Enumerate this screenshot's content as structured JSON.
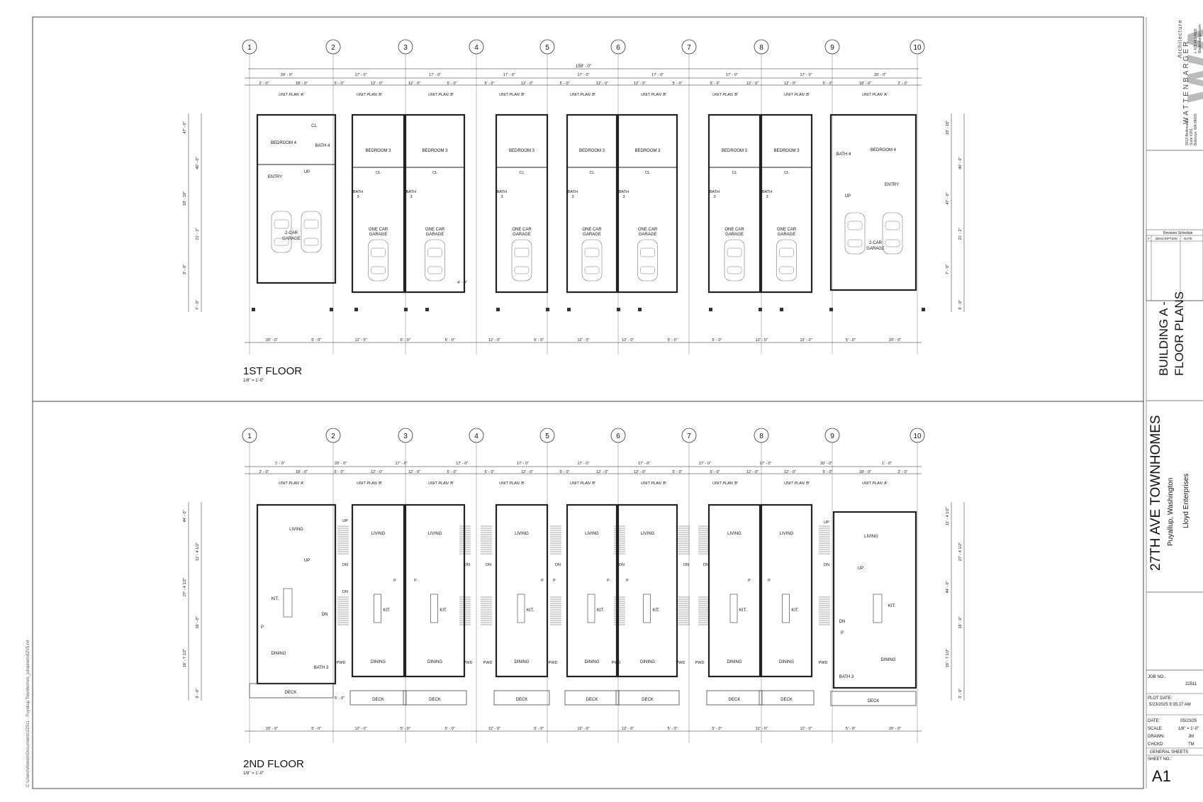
{
  "plans": [
    {
      "title": "1ST FLOOR",
      "scale": "1/8\" = 1'-0\"",
      "grid_labels": [
        "1",
        "2",
        "3",
        "4",
        "5",
        "6",
        "7",
        "8",
        "9",
        "10"
      ],
      "overall_dim": "159' - 0\"",
      "top_dims_row1": [
        "20' - 0\"",
        "17' - 0\"",
        "17' - 0\"",
        "17' - 0\"",
        "17' - 0\"",
        "17' - 0\"",
        "17' - 0\"",
        "17' - 0\"",
        "20' - 0\""
      ],
      "top_dims_row2": [
        "2' - 0\"",
        "18' - 0\"",
        "5' - 0\"",
        "12' - 0\"",
        "12' - 0\"",
        "5' - 0\"",
        "5' - 0\"",
        "12' - 0\"",
        "5' - 0\"",
        "12' - 0\"",
        "12' - 0\"",
        "5' - 0\"",
        "5' - 0\"",
        "12' - 0\"",
        "12' - 0\"",
        "5' - 0\"",
        "18' - 0\"",
        "2' - 0\""
      ],
      "unit_labels": [
        "UNIT PLAN 'A'",
        "UNIT PLAN 'B'",
        "UNIT PLAN 'B'",
        "UNIT PLAN 'B'",
        "UNIT PLAN 'B'",
        "UNIT PLAN 'B'",
        "UNIT PLAN 'B'",
        "UNIT PLAN 'B'",
        "UNIT PLAN 'A'"
      ],
      "bottom_dims": [
        "20' - 0\"",
        "5' - 0\"",
        "12' - 0\"",
        "5' - 0\"",
        "5' - 0\"",
        "12' - 0\"",
        "5' - 0\"",
        "12' - 0\"",
        "12' - 0\"",
        "5' - 0\"",
        "5' - 0\"",
        "12' - 0\"",
        "12' - 0\"",
        "5' - 0\"",
        "20' - 0\""
      ],
      "left_dims": [
        "47' - 0\"",
        "40' - 0\"",
        "18' - 10\"",
        "21' - 2\"",
        "3' - 0\"",
        "7' - 0\""
      ],
      "right_dims": [
        "18' - 10\"",
        "40' - 0\"",
        "47' - 0\"",
        "21' - 2\"",
        "7' - 0\"",
        "3' - 0\""
      ],
      "rooms": {
        "bedroom4": "BEDROOM 4",
        "bath4": "BATH 4",
        "entry": "ENTRY",
        "cl": "CL",
        "up": "UP",
        "garage2": "2-CAR GARAGE",
        "bedroom3": "BEDROOM 3",
        "bath3": "BATH 3",
        "garage1": "ONE CAR GARAGE",
        "small_dim": "4' - 0\""
      }
    },
    {
      "title": "2ND FLOOR",
      "scale": "1/8\" = 1'-0\"",
      "grid_labels": [
        "1",
        "2",
        "3",
        "4",
        "5",
        "6",
        "7",
        "8",
        "9",
        "10"
      ],
      "top_dims_row1": [
        "1' - 0\"",
        "20' - 0\"",
        "17' - 0\"",
        "17' - 0\"",
        "17' - 0\"",
        "17' - 0\"",
        "17' - 0\"",
        "17' - 0\"",
        "17' - 0\"",
        "20' - 0\"",
        "1' - 0\""
      ],
      "top_dims_row2": [
        "2' - 0\"",
        "18' - 0\"",
        "5' - 0\"",
        "12' - 0\"",
        "12' - 0\"",
        "5' - 0\"",
        "5' - 0\"",
        "12' - 0\"",
        "5' - 0\"",
        "12' - 0\"",
        "12' - 0\"",
        "5' - 0\"",
        "5' - 0\"",
        "12' - 0\"",
        "12' - 0\"",
        "5' - 0\"",
        "18' - 0\"",
        "2' - 0\""
      ],
      "unit_labels": [
        "UNIT PLAN 'A'",
        "UNIT PLAN 'B'",
        "UNIT PLAN 'B'",
        "UNIT PLAN 'B'",
        "UNIT PLAN 'B'",
        "UNIT PLAN 'B'",
        "UNIT PLAN 'B'",
        "UNIT PLAN 'B'",
        "UNIT PLAN 'A'"
      ],
      "bottom_dims": [
        "20' - 0\"",
        "5' - 0\"",
        "12' - 0\"",
        "5' - 0\"",
        "5' - 0\"",
        "12' - 0\"",
        "5' - 0\"",
        "12' - 0\"",
        "12' - 0\"",
        "5' - 0\"",
        "5' - 0\"",
        "12' - 0\"",
        "12' - 0\"",
        "5' - 0\"",
        "20' - 0\""
      ],
      "left_dims": [
        "44' - 0\"",
        "11' - 4 1/2\"",
        "27' - 4 1/2\"",
        "16' - 0\"",
        "16' - 7 1/2\"",
        "3' - 0\""
      ],
      "right_dims": [
        "11' - 4 1/2\"",
        "27' - 4 1/2\"",
        "44' - 0\"",
        "16' - 0\"",
        "16' - 7 1/2\"",
        "3' - 0\""
      ],
      "rooms": {
        "living": "LIVING",
        "kit": "KIT.",
        "dining": "DINING",
        "pwd": "PWD",
        "deck": "DECK",
        "bath3": "BATH 3",
        "up": "UP",
        "dn": "DN",
        "p": "P",
        "small_dim": "5' - 0\""
      }
    }
  ],
  "title_block": {
    "logo": "WA",
    "firm_name": "WATTENBARGER",
    "firm_tag": "Architecture",
    "address1": "9012 Bellevue Dr.",
    "address2": "Suite #301",
    "address3": "Bellevue, WA 98005",
    "phone": "t: 425.453.4606",
    "website": "Wattenbarger.com",
    "revision_header": "Revision Schedule",
    "revision_cols": [
      "#",
      "DESCRIPTION",
      "DATE"
    ],
    "sheet_title_1": "BUILDING A -",
    "sheet_title_2": "FLOOR PLANS",
    "project_name": "27TH AVE TOWNHOMES",
    "project_location": "Puyallup, Washington",
    "client": "Lloyd Enterprises",
    "job_no_label": "JOB NO.:",
    "job_no": "22511",
    "plot_date_label": "PLOT DATE:",
    "plot_date": "5/23/2025 9:35:27 AM",
    "date_label": "DATE:",
    "date": "05/23/25",
    "scale_label": "SCALE:",
    "scale": "1/8\" = 1'-0\"",
    "drawn_label": "DRAWN:",
    "drawn": "JM",
    "chckd_label": "CHCKD:",
    "chckd": "TM",
    "general_sheets": "GENERAL SHEETS",
    "sheet_no_label": "SHEET NO.:",
    "sheet_no": "A1"
  },
  "file_path": "C:\\Users\\vllonen\\Documents\\22511 - Puyallup Townhomes_juliannem9ZV5.rvt"
}
